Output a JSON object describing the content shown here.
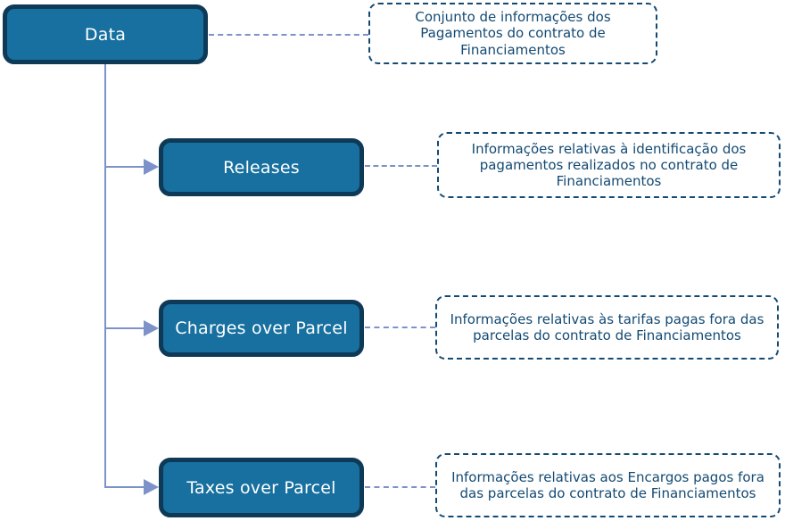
{
  "colors": {
    "node_fill": "#17709F",
    "node_border": "#0E3A57",
    "node_text": "#FFFFFF",
    "connector": "#7D92C8",
    "annotation": "#134A73",
    "background": "#FFFFFF"
  },
  "root": {
    "label": "Data",
    "description": "Conjunto de informações dos Pagamentos do contrato de Financiamentos"
  },
  "children": [
    {
      "label": "Releases",
      "description": "Informações relativas à identificação dos pagamentos realizados no contrato de Financiamentos"
    },
    {
      "label": "Charges over Parcel",
      "description": "Informações relativas às tarifas pagas fora das parcelas do contrato de Financiamentos"
    },
    {
      "label": "Taxes over Parcel",
      "description": "Informações relativas aos Encargos pagos fora das parcelas do contrato de Financiamentos"
    }
  ]
}
